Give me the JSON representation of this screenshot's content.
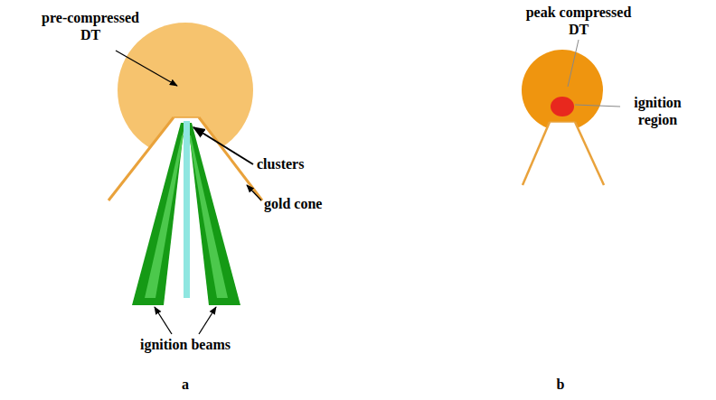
{
  "diagram": {
    "labels": [
      "pre-compressed DT",
      "clusters",
      "gold cone",
      "ignition beams",
      "a",
      "peak compressed DT",
      "ignition region",
      "b"
    ]
  }
}
